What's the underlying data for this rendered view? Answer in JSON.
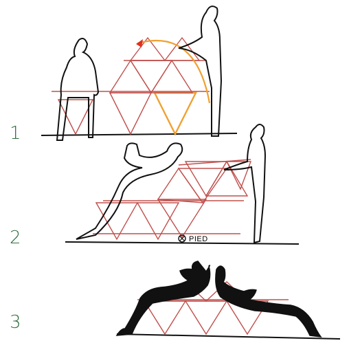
{
  "panels": [
    {
      "label": "1",
      "label_color": "#2e6b3a"
    },
    {
      "label": "2",
      "label_color": "#2e6b3a"
    },
    {
      "label": "3",
      "label_color": "#2e6b3a"
    }
  ],
  "annotation": {
    "text": "PIED"
  },
  "colors": {
    "ink": "#111111",
    "frame": "#c0504d",
    "highlight": "#f0a030",
    "arrow": "#e0301e"
  }
}
